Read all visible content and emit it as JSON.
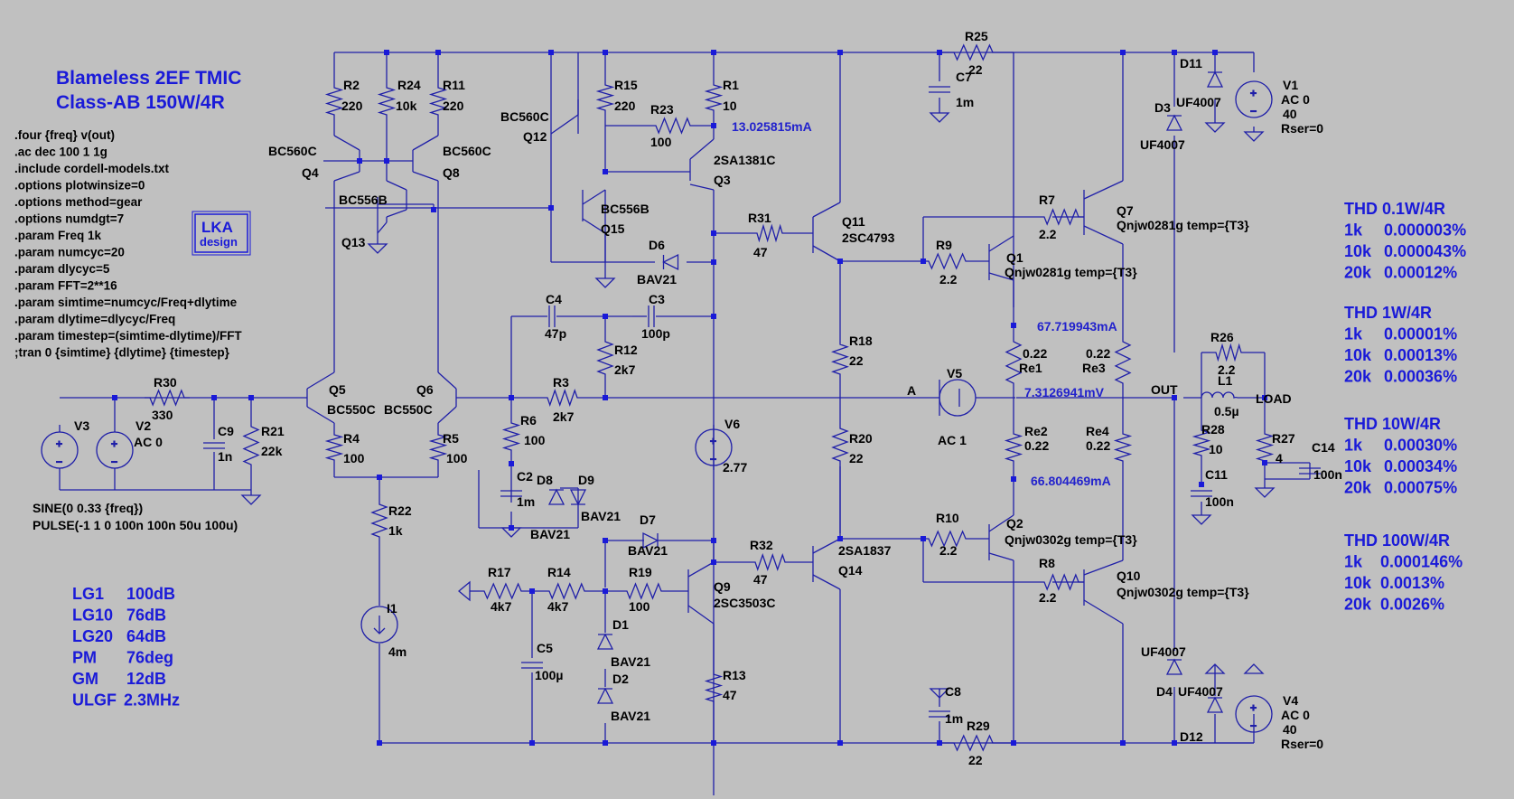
{
  "title": {
    "line1": "Blameless 2EF TMIC",
    "line2": "Class-AB 150W/4R"
  },
  "logo": {
    "line1": "LKA",
    "line2": "design"
  },
  "directives": [
    ".four {freq} v(out)",
    ".ac dec 100 1 1g",
    ".include cordell-models.txt",
    ".options plotwinsize=0",
    ".options method=gear",
    ".options numdgt=7",
    ".param Freq 1k",
    ".param numcyc=20",
    ".param dlycyc=5",
    ".param FFT=2**16",
    ".param simtime=numcyc/Freq+dlytime",
    ".param dlytime=dlycyc/Freq",
    ".param timestep=(simtime-dlytime)/FFT",
    ";tran 0 {simtime} {dlytime} {timestep}"
  ],
  "loop_stats": [
    {
      "name": "LG1",
      "value": "100dB"
    },
    {
      "name": "LG10",
      "value": "76dB"
    },
    {
      "name": "LG20",
      "value": "64dB"
    },
    {
      "name": "PM",
      "value": "76deg"
    },
    {
      "name": "GM",
      "value": "12dB"
    },
    {
      "name": "ULGF",
      "value": "2.3MHz"
    }
  ],
  "thd": [
    {
      "title": "THD 0.1W/4R",
      "rows": [
        [
          "1k",
          "0.000003%"
        ],
        [
          "10k",
          "0.000043%"
        ],
        [
          "20k",
          "0.00012%"
        ]
      ]
    },
    {
      "title": "THD 1W/4R",
      "rows": [
        [
          "1k",
          "0.00001%"
        ],
        [
          "10k",
          "0.00013%"
        ],
        [
          "20k",
          "0.00036%"
        ]
      ]
    },
    {
      "title": "THD 10W/4R",
      "rows": [
        [
          "1k",
          "0.00030%"
        ],
        [
          "10k",
          "0.00034%"
        ],
        [
          "20k",
          "0.00075%"
        ]
      ]
    },
    {
      "title": "THD 100W/4R",
      "rows": [
        [
          "1k",
          "0.000146%"
        ],
        [
          "10k",
          "0.0013%"
        ],
        [
          "20k",
          "0.0026%"
        ]
      ]
    }
  ],
  "probes": {
    "q3": "13.025815mA",
    "top": "67.719943mA",
    "mid": "7.3126941mV",
    "bot": "66.804469mA"
  },
  "sources": {
    "v3_sine": "SINE(0 0.33 {freq})",
    "v3_pulse": "PULSE(-1 1 0 100n 100n 50u 100u)"
  },
  "labels": [
    {
      "id": "r2",
      "t": "R2"
    },
    {
      "id": "r2v",
      "t": "220"
    },
    {
      "id": "r24",
      "t": "R24"
    },
    {
      "id": "r24v",
      "t": "10k"
    },
    {
      "id": "r11",
      "t": "R11"
    },
    {
      "id": "r11v",
      "t": "220"
    },
    {
      "id": "q4m",
      "t": "BC560C"
    },
    {
      "id": "q4",
      "t": "Q4"
    },
    {
      "id": "q8m",
      "t": "BC560C"
    },
    {
      "id": "q8",
      "t": "Q8"
    },
    {
      "id": "q13m",
      "t": "BC556B"
    },
    {
      "id": "q13",
      "t": "Q13"
    },
    {
      "id": "q12m",
      "t": "BC560C"
    },
    {
      "id": "q12",
      "t": "Q12"
    },
    {
      "id": "r15",
      "t": "R15"
    },
    {
      "id": "r15v",
      "t": "220"
    },
    {
      "id": "r23",
      "t": "R23"
    },
    {
      "id": "r23v",
      "t": "100"
    },
    {
      "id": "r1",
      "t": "R1"
    },
    {
      "id": "r1v",
      "t": "10"
    },
    {
      "id": "q3m",
      "t": "2SA1381C"
    },
    {
      "id": "q3",
      "t": "Q3"
    },
    {
      "id": "q15m",
      "t": "BC556B"
    },
    {
      "id": "q15",
      "t": "Q15"
    },
    {
      "id": "d6",
      "t": "D6"
    },
    {
      "id": "d6m",
      "t": "BAV21"
    },
    {
      "id": "r31",
      "t": "R31"
    },
    {
      "id": "r31v",
      "t": "47"
    },
    {
      "id": "q11",
      "t": "Q11"
    },
    {
      "id": "q11m",
      "t": "2SC4793"
    },
    {
      "id": "r25",
      "t": "R25"
    },
    {
      "id": "r25v",
      "t": "22"
    },
    {
      "id": "c7",
      "t": "C7"
    },
    {
      "id": "c7v",
      "t": "1m"
    },
    {
      "id": "d11",
      "t": "D11"
    },
    {
      "id": "d11m",
      "t": "UF4007"
    },
    {
      "id": "d3",
      "t": "D3"
    },
    {
      "id": "d3m",
      "t": "UF4007"
    },
    {
      "id": "v1",
      "t": "V1"
    },
    {
      "id": "v1a",
      "t": "AC 0"
    },
    {
      "id": "v1b",
      "t": "40"
    },
    {
      "id": "v1c",
      "t": "Rser=0"
    },
    {
      "id": "r7",
      "t": "R7"
    },
    {
      "id": "r7v",
      "t": "2.2"
    },
    {
      "id": "q7",
      "t": "Q7"
    },
    {
      "id": "q7m",
      "t": "Qnjw0281g temp={T3}"
    },
    {
      "id": "r9",
      "t": "R9"
    },
    {
      "id": "r9v",
      "t": "2.2"
    },
    {
      "id": "q1",
      "t": "Q1"
    },
    {
      "id": "q1m",
      "t": "Qnjw0281g temp={T3}"
    },
    {
      "id": "c4",
      "t": "C4"
    },
    {
      "id": "c4v",
      "t": "47p"
    },
    {
      "id": "c3",
      "t": "C3"
    },
    {
      "id": "c3v",
      "t": "100p"
    },
    {
      "id": "r12",
      "t": "R12"
    },
    {
      "id": "r12v",
      "t": "2k7"
    },
    {
      "id": "r18",
      "t": "R18"
    },
    {
      "id": "r18v",
      "t": "22"
    },
    {
      "id": "re1v",
      "t": "0.22"
    },
    {
      "id": "re1",
      "t": "Re1"
    },
    {
      "id": "re3v",
      "t": "0.22"
    },
    {
      "id": "re3",
      "t": "Re3"
    },
    {
      "id": "r26",
      "t": "R26"
    },
    {
      "id": "r26v",
      "t": "2.2"
    },
    {
      "id": "l1",
      "t": "L1"
    },
    {
      "id": "l1v",
      "t": "0.5µ"
    },
    {
      "id": "load",
      "t": "LOAD"
    },
    {
      "id": "out",
      "t": "OUT"
    },
    {
      "id": "r30",
      "t": "R30"
    },
    {
      "id": "r30v",
      "t": "330"
    },
    {
      "id": "q5",
      "t": "Q5"
    },
    {
      "id": "q5m",
      "t": "BC550C"
    },
    {
      "id": "q6",
      "t": "Q6"
    },
    {
      "id": "q6m",
      "t": "BC550C"
    },
    {
      "id": "r3",
      "t": "R3"
    },
    {
      "id": "r3v",
      "t": "2k7"
    },
    {
      "id": "a",
      "t": "A"
    },
    {
      "id": "v5",
      "t": "V5"
    },
    {
      "id": "v5a",
      "t": "AC 1"
    },
    {
      "id": "v3",
      "t": "V3"
    },
    {
      "id": "v2",
      "t": "V2"
    },
    {
      "id": "v2a",
      "t": "AC 0"
    },
    {
      "id": "c9",
      "t": "C9"
    },
    {
      "id": "c9v",
      "t": "1n"
    },
    {
      "id": "r21",
      "t": "R21"
    },
    {
      "id": "r21v",
      "t": "22k"
    },
    {
      "id": "r4",
      "t": "R4"
    },
    {
      "id": "r4v",
      "t": "100"
    },
    {
      "id": "r5",
      "t": "R5"
    },
    {
      "id": "r5v",
      "t": "100"
    },
    {
      "id": "r6",
      "t": "R6"
    },
    {
      "id": "r6v",
      "t": "100"
    },
    {
      "id": "v6",
      "t": "V6"
    },
    {
      "id": "v6v",
      "t": "2.77"
    },
    {
      "id": "c2",
      "t": "C2"
    },
    {
      "id": "c2v",
      "t": "1m"
    },
    {
      "id": "d8",
      "t": "D8"
    },
    {
      "id": "d9",
      "t": "D9"
    },
    {
      "id": "d9m",
      "t": "BAV21"
    },
    {
      "id": "d8m",
      "t": "BAV21"
    },
    {
      "id": "r20",
      "t": "R20"
    },
    {
      "id": "r20v",
      "t": "22"
    },
    {
      "id": "re2",
      "t": "Re2"
    },
    {
      "id": "re2v",
      "t": "0.22"
    },
    {
      "id": "re4",
      "t": "Re4"
    },
    {
      "id": "re4v",
      "t": "0.22"
    },
    {
      "id": "r28",
      "t": "R28"
    },
    {
      "id": "r28v",
      "t": "10"
    },
    {
      "id": "c11",
      "t": "C11"
    },
    {
      "id": "c11v",
      "t": "100n"
    },
    {
      "id": "r27",
      "t": "R27"
    },
    {
      "id": "r27v",
      "t": "4"
    },
    {
      "id": "c14",
      "t": "C14"
    },
    {
      "id": "c14v",
      "t": "100n"
    },
    {
      "id": "r22",
      "t": "R22"
    },
    {
      "id": "r22v",
      "t": "1k"
    },
    {
      "id": "d7",
      "t": "D7"
    },
    {
      "id": "d7m",
      "t": "BAV21"
    },
    {
      "id": "r32",
      "t": "R32"
    },
    {
      "id": "r32v",
      "t": "47"
    },
    {
      "id": "q14m",
      "t": "2SA1837"
    },
    {
      "id": "q14",
      "t": "Q14"
    },
    {
      "id": "r10",
      "t": "R10"
    },
    {
      "id": "r10v",
      "t": "2.2"
    },
    {
      "id": "q2",
      "t": "Q2"
    },
    {
      "id": "q2m",
      "t": "Qnjw0302g temp={T3}"
    },
    {
      "id": "r17",
      "t": "R17"
    },
    {
      "id": "r17v",
      "t": "4k7"
    },
    {
      "id": "r14",
      "t": "R14"
    },
    {
      "id": "r14v",
      "t": "4k7"
    },
    {
      "id": "r19",
      "t": "R19"
    },
    {
      "id": "r19v",
      "t": "100"
    },
    {
      "id": "q9",
      "t": "Q9"
    },
    {
      "id": "q9m",
      "t": "2SC3503C"
    },
    {
      "id": "r8",
      "t": "R8"
    },
    {
      "id": "r8v",
      "t": "2.2"
    },
    {
      "id": "q10",
      "t": "Q10"
    },
    {
      "id": "q10m",
      "t": "Qnjw0302g temp={T3}"
    },
    {
      "id": "i1",
      "t": "I1"
    },
    {
      "id": "i1v",
      "t": "4m"
    },
    {
      "id": "c5",
      "t": "C5"
    },
    {
      "id": "c5v",
      "t": "100µ"
    },
    {
      "id": "d1",
      "t": "D1"
    },
    {
      "id": "d1m",
      "t": "BAV21"
    },
    {
      "id": "d2",
      "t": "D2"
    },
    {
      "id": "d2m",
      "t": "BAV21"
    },
    {
      "id": "r13",
      "t": "R13"
    },
    {
      "id": "r13v",
      "t": "47"
    },
    {
      "id": "c8",
      "t": "C8"
    },
    {
      "id": "c8v",
      "t": "1m"
    },
    {
      "id": "r29",
      "t": "R29"
    },
    {
      "id": "r29v",
      "t": "22"
    },
    {
      "id": "d4m",
      "t": "UF4007"
    },
    {
      "id": "d4",
      "t": "D4"
    },
    {
      "id": "d12m",
      "t": "UF4007"
    },
    {
      "id": "d12",
      "t": "D12"
    },
    {
      "id": "v4",
      "t": "V4"
    },
    {
      "id": "v4a",
      "t": "AC 0"
    },
    {
      "id": "v4b",
      "t": "40"
    },
    {
      "id": "v4c",
      "t": "Rser=0"
    }
  ]
}
